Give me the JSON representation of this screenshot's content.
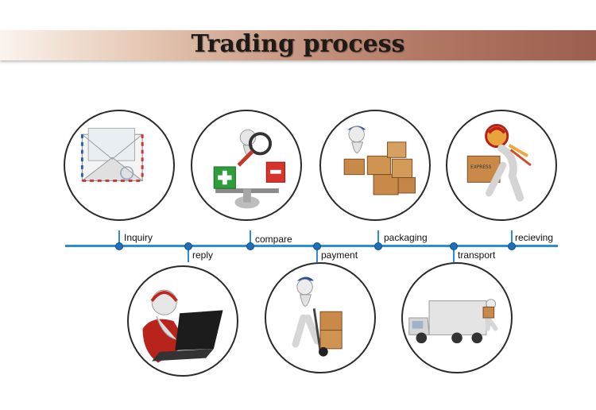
{
  "header": {
    "title": "Trading process"
  },
  "steps": [
    {
      "label": "Inquiry",
      "icon": "envelope-icon"
    },
    {
      "label": "reply",
      "icon": "headset-laptop-icon"
    },
    {
      "label": "compare",
      "icon": "magnifier-balance-icon"
    },
    {
      "label": "payment",
      "icon": "hand-truck-icon"
    },
    {
      "label": "packaging",
      "icon": "boxes-icon"
    },
    {
      "label": "transport",
      "icon": "delivery-truck-icon"
    },
    {
      "label": "recieving",
      "icon": "courier-with-box-icon"
    }
  ],
  "colors": {
    "timeline": "#2c8fd6",
    "node": "#1f6fb8",
    "banner_dark": "#9a5f4e",
    "banner_light": "#fbf4ee"
  }
}
